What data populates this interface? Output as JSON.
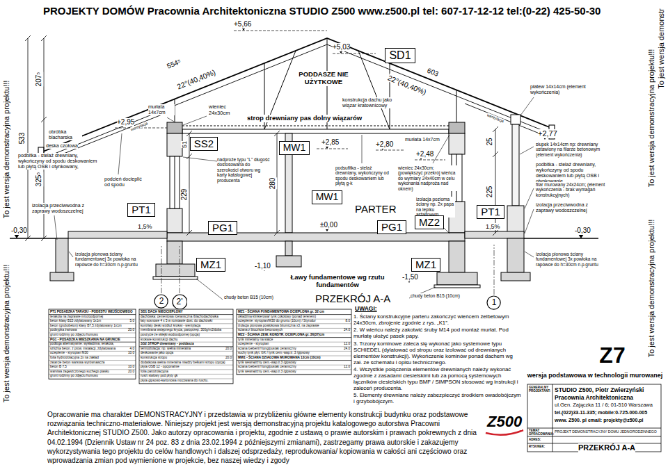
{
  "diagram": {
    "title": "PROJEKTY DOMÓW Pracownia Architektoniczna STUDIO Z500 www.z500.pl tel: 607-17-12-12 tel:(0-22) 425-50-30",
    "nodes": [
      {
        "text": [
          "SD1"
        ]
      },
      {
        "text": [
          "SS2"
        ]
      },
      {
        "text": [
          "MW1"
        ]
      },
      {
        "text": [
          "MW1"
        ]
      },
      {
        "text": [
          "PT1"
        ]
      },
      {
        "text": [
          "PT1"
        ]
      },
      {
        "text": [
          "PG1"
        ]
      },
      {
        "text": [
          "PG1"
        ]
      },
      {
        "text": [
          "MZ2"
        ]
      },
      {
        "text": [
          "MZ1"
        ]
      },
      {
        "text": [
          "MZ1"
        ]
      },
      {
        "text": [
          "2"
        ]
      },
      {
        "text": [
          "2'"
        ]
      },
      {
        "text": [
          "1"
        ]
      }
    ],
    "labels": [
      "+5,66",
      "+5,03",
      "554⁵",
      "22°(40,40%)",
      "603",
      "22°(40,40%)",
      "PODDASZE NIE UŻYTKOWE",
      "konstrukcja dachu jako wiązar kratownicowy",
      "wieniec 24x30cm",
      "murłata 14x7cm",
      "strop drewniany pas dolny wiązarów",
      "+2,95",
      "533",
      "207⁵",
      "325⁵",
      "obróbka blacharska",
      "deska czołowa",
      "podbitka - stelaż drewniany, wykończyny od spodu deskowaniem lub płytą OSB i otynkowany,",
      "podcień docieplić od spodu",
      "izolacja przeciwwodna z zaprawy wodoszczelnej",
      "-0,30",
      "1,5%",
      "51",
      "nadproże typu \"L\" długość dostosowana do szerokości otworu wg karty katalogowej producenta",
      "229",
      "280",
      "+2,85",
      "±0,00",
      "-1,10",
      "Ławy fundamentowe wg rzutu fundamentów",
      "PRZEKRÓJ A-A",
      "UWAGI:",
      "chudy beton B15 (10cm)",
      "chudy beton B15 (10cm)",
      "+2,80",
      "murłata 14x7cm",
      "+2,48",
      "podsufitka - stelaż drewniany, wykończyny od spodu deskowaniem lub płytą g-k",
      "wieniec 24x30cm; (powiększyć przekrój wieńca do wymiary 24x40cm w celu wykonania nadproża nad oknem)",
      "PARTER",
      "izolacja pozioma ściany np. 2x papa na lepiku asfaltowym",
      "-1,50",
      "+2,77",
      "płatew 14x14cm (element wykończenia)",
      "słupek 14x14cm np: drewniany ustawiony na filarze betonowym (element wykończenia)",
      "podbitka - stelaż drewniany, wykończyny od spodu deskowaniem lub płytą OSB i otynkowanie,",
      "filar murowany 24x24cm; (element wykończenia - brak wymagań konstrukcyjnych)",
      "izolacja przeciwwodna z zaprawy wodoszczelnej",
      "-0,30",
      "25",
      "225",
      "1,5%",
      "izolacja pionowa ściany fundamentowej 3x powłoka na rapówce do h=30cm n.p.gruntu",
      "izolacja pionowa ściany fundamentowej 3x powłoka na rapówce do h=30cm n.p.gruntu",
      "wentylacja",
      "wentylacja",
      "To jest wersja demonstracyjna projektu!!!",
      "To jest wersja demonstracyjna projektu!!!",
      "To jest wersja demonstracyjna projektu!!!",
      "To jest wersja demonstracyjna projektu!!!",
      "To jest wersja demonstr",
      "Z7",
      "wersja podstawowa w technologii murowanej",
      "GENERALNY PROJEKTANT:",
      "STUDIO Z500, Piotr Zwierzyński",
      "Pracownia Architektoniczna",
      "ul.Gen. Zajączka 11 / 6; 01-510 Warszawa",
      "tel.(022)33-11-335; mobile:0-725-000-005",
      "www. Z500. pl email: projekty@z500.pl",
      "Z500",
      "TEMAT OPRACOWANIA:",
      "PROJEKT DEMONSTRACYJNY DOMU JEDNORODZINNEGO",
      "ADRES:",
      "RYSUNEK:",
      "PRZEKRÓJ A-A",
      "PT1 POSADZKA TARASU - PODESTU WEJŚCIOWEGO",
      "terakota na zaprawie mrozoodpornej",
      "beton klasy B15 zdylatowany 1x1m",
      "5.0",
      "beton (grubobeton) klasy B7,5 zdylatowany 1x1m",
      "podsypka żwirowa",
      "20.0",
      "grunt rodzimy po zdjęciu humusu",
      "PG1 - POSADZKA MIESZKANIA NA GRUNCIE",
      "podłoga alternatywnie: wykładzina; terakota,",
      "szlichta beton. z prow. instalacji, zdylatowana",
      "4.0",
      "ocieplenie - styropian M30",
      "10.0",
      "folia hydroizolacyjna 2x na zakład",
      "zatarcie beton warstwa wyrównawcza",
      "beton B 7.5",
      "10.0",
      "warstwa zagęszczonego suchego piasku",
      "20.0",
      "grunt rodzimy po zdjęciu humusu",
      "SD1 DACH NIEOCIEPLONY",
      "dachówka: cementowa /ceramiczna /blachodachówka",
      "łaty sosnowe 4 x 5 w rozstawie dost. do dachówki",
      "kontrłaty deski wzdłuż krokwi - wentylacja",
      "membrana wstępnego krycia, paroprzep. 300g/m2/doba",
      "poszycie ze sklejki wodoodpornej (opcja)",
      "krokwie konstrukcji dachu",
      "SS2 STROP drewniany - poddasza",
      "termoizolacja: np. wełna mineralna",
      "20.0",
      "deskowanie jako opcja",
      "konstrukcja stropu",
      "20.0",
      "dodatkowa wełna mineralna między belkami stropu (opcja)",
      "płyta OSB 12 - opcjonalnie",
      "folia paroizolacyjna",
      "ruszt stalowy pod płyty gk",
      "płyta gipsowo-kartonowa mocowana do rusztu.",
      "MZ1 - ŚCIANA FUNDAMENTOWA OCIEPLONA gr. 32 cm",
      "okładzina klinkierowa/ tynk cokołowy (ponad terenem)",
      "ocieplenie: styropian/M30 do gruntu (10cm) / Styrodur",
      "8.0",
      "izolacja pionowa powłokowa bitumiczna x3, na zaprawie",
      "ściana z bloczków betonowych",
      "24.0",
      "MZ2 - ŚCIANA ZEW. KONSTR. OCIEPLONA gr. 36(37)cm",
      "tynk mineralny na siatce",
      "ocieplenie - styropian",
      "12.0",
      "ściana Geberit/Ytong/pustak ceramiczny",
      "24.0",
      "suchy tynk płyt. GK / tynk cem.-wap.tr. 3 /gipsowy",
      "MW1 - ŚCIANA DZIAŁOWA MUROWANA 12cm (10cm)",
      "tynk wewnętrzny cem.-wap.tr.3 /gipsowy",
      "ściana Geberit/Ytong/pustak ceramiczny",
      "12.0",
      "tynk wewnętrzny cem.-wap.tr.3 /gipsowy",
      "1. Ściany konstrukcyjne parteru zakończyć wieńcem żelbetowym 24x30cm, zbrojenie zgodnie z rys. „K1”.",
      "2. W wieńcu należy zakotwić śruby M14 pod montaż murłat. Pod murłatę ułożyć pasek papy.",
      "3. Trzony kominowe zaleca się wykonać jako systemowe typu SCHIEDEL (dylatować od stropu oraz izolować od drewnianych elementów konstrukcji). Wykończenie kominów ponad dachem wg zał. ze schematu i opisu technicznego.",
      "4. Wszystkie połączenia elementów drewnianych należy wykonać zgodnie z zasadami ciesielskimi lub za pomocą systemowych łączników ciesielskich typu BMF / SIMPSON stosować wg instrukcji i zaleceń producenta.",
      "5. Elementy drewniane należy zabezpieczyć środkiem owadobójczym i grzybobójczym.",
      "Opracowanie ma charakter DEMONSTRACYJNY i przedstawia w przybliżeniu główne elementy konstrukcji budynku oraz podstawowe rozwiązania techniczno-materiałowe. Niniejszy projekt jest wersją demonstracyjną projektu katalogowego autorstwa Pracowni Architektonicznej STUDIO Z500. Jako autorzy opracowania i projektu, zgodnie z ustawą o prawie autorskim i prawach pokrewnych z dnia 04.02.1994 (Dziennik Ustaw nr 24 poz. 83 z dnia 23.02.1994 z późniejszymi zmianami), zastrzegamy prawa autorskie i zakazujemy wykorzystywania tego projektu do celów handlowych i dalszej odsprzedaży, reprodukowania/ kopiowania w całości ani częściowo oraz wprowadzania zmian pod wymienione w projekcie, bez naszej wiedzy i zgody"
    ]
  }
}
